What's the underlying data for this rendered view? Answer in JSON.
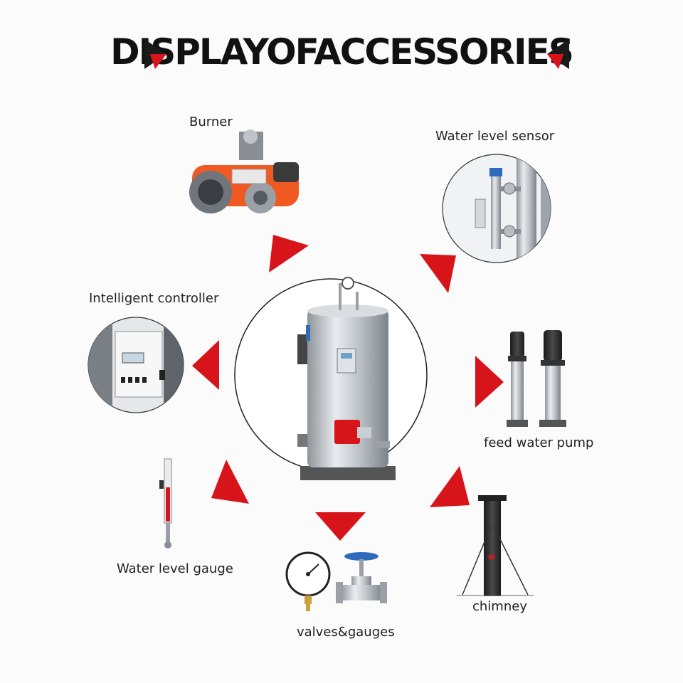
{
  "title": "DISPLAYOFACCESSORIES",
  "colors": {
    "accent": "#d7141a",
    "steel": "#b9bec4",
    "dark": "#2b2b2b",
    "burner": "#f05a22"
  },
  "accessories": {
    "burner": {
      "label": "Burner",
      "icon": "burner-icon"
    },
    "water_level_sensor": {
      "label": "Water level sensor",
      "icon": "sensor-icon"
    },
    "intelligent_controller": {
      "label": "Intelligent controller",
      "icon": "controller-icon"
    },
    "feed_water_pump": {
      "label": "feed water pump",
      "icon": "pump-icon"
    },
    "water_level_gauge": {
      "label": "Water level gauge",
      "icon": "gauge-icon"
    },
    "valves_gauges": {
      "label": "valves&gauges",
      "icon": "valve-icon"
    },
    "chimney": {
      "label": "chimney",
      "icon": "chimney-icon"
    }
  },
  "center": {
    "icon": "steam-boiler-icon"
  }
}
